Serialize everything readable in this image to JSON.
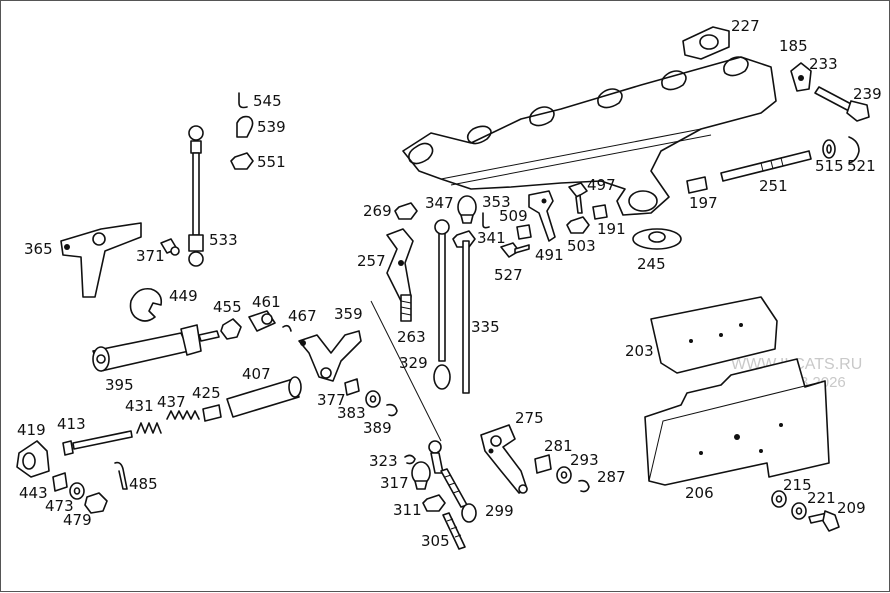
{
  "diagram": {
    "watermark": {
      "site": "WWW.ILCATS.RU",
      "stamp": "22.23 25.03.2026"
    },
    "part_labels": {
      "p227": "227",
      "p185": "185",
      "p233": "233",
      "p239": "239",
      "p545": "545",
      "p539": "539",
      "p551": "551",
      "p533": "533",
      "p365": "365",
      "p371": "371",
      "p347": "347",
      "p353": "353",
      "p509": "509",
      "p341": "341",
      "p497": "497",
      "p191": "191",
      "p503": "503",
      "p491": "491",
      "p527": "527",
      "p269": "269",
      "p257": "257",
      "p263": "263",
      "p335": "335",
      "p329": "329",
      "p245": "245",
      "p197": "197",
      "p251": "251",
      "p515": "515",
      "p521": "521",
      "p449": "449",
      "p455": "455",
      "p461": "461",
      "p467": "467",
      "p359": "359",
      "p395": "395",
      "p407": "407",
      "p425": "425",
      "p437": "437",
      "p431": "431",
      "p377": "377",
      "p383": "383",
      "p389": "389",
      "p419": "419",
      "p413": "413",
      "p443": "443",
      "p473": "473",
      "p479": "479",
      "p485": "485",
      "p323": "323",
      "p317": "317",
      "p311": "311",
      "p305": "305",
      "p299": "299",
      "p275": "275",
      "p281": "281",
      "p293": "293",
      "p287": "287",
      "p203": "203",
      "p206": "206",
      "p215": "215",
      "p221": "221",
      "p209": "209"
    }
  }
}
